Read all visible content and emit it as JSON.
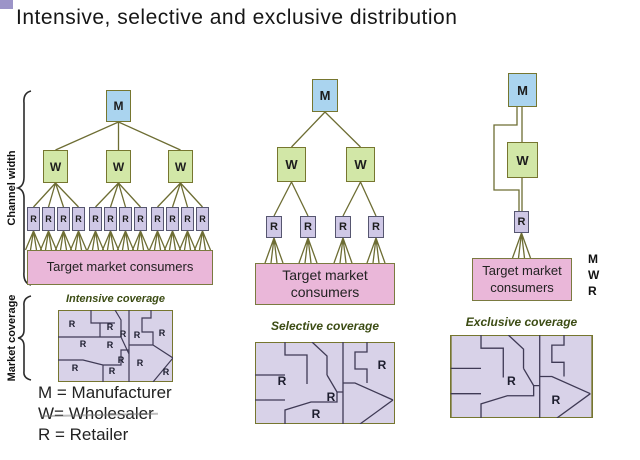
{
  "slide": {
    "title": "Intensive, selective and exclusive distribution"
  },
  "labels": {
    "manufacturer_abbr": "M",
    "wholesaler_abbr": "W",
    "retailer_abbr": "R",
    "channel_width": "Channel width",
    "market_coverage": "Market coverage",
    "target_market_single": "Target market consumers",
    "target_market_line1": "Target market",
    "target_market_line2": "consumers"
  },
  "diagrams": [
    {
      "name": "intensive",
      "manufacturers": 1,
      "wholesalers": 3,
      "retailers": 12,
      "consumers_label": "Target market consumers"
    },
    {
      "name": "selective",
      "manufacturers": 1,
      "wholesalers": 2,
      "retailers": 4,
      "consumers_label": "Target market consumers"
    },
    {
      "name": "exclusive",
      "manufacturers": 1,
      "wholesalers": 1,
      "retailers": 1,
      "consumers_label": "Target market consumers",
      "note": "direct bypass line from manufacturer around wholesaler to retailer"
    }
  ],
  "coverage": {
    "intensive_title": "Intensive coverage",
    "selective_title": "Selective coverage",
    "exclusive_title": "Exclusive coverage",
    "intensive_retailer_count": 12,
    "selective_retailer_count": 4,
    "exclusive_retailer_count": 2
  },
  "legend": {
    "manufacturer": "M = Manufacturer",
    "wholesaler": "W= Wholesaler",
    "retailer": "R = Retailer",
    "side_column": [
      "M",
      "W",
      "R"
    ]
  },
  "colors": {
    "manufacturer_fill": "#aad4ef",
    "wholesaler_fill": "#d2e7a7",
    "retailer_fill": "#cfc8e6",
    "consumers_fill": "#eab7d9",
    "map_fill": "#d8d2e8",
    "connector_line": "#6d6d33",
    "box_border": "#76762f",
    "map_inner_line": "#3f3a55",
    "coverage_title_text": "#3c4c14",
    "corner_accent": "#9c94c8"
  }
}
